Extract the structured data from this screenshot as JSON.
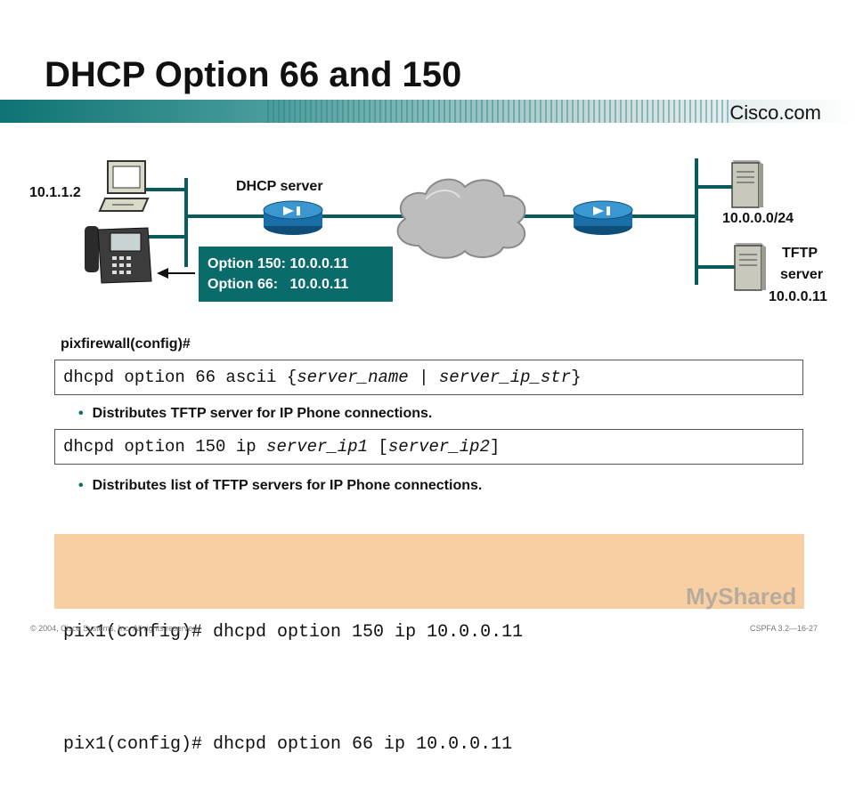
{
  "slide": {
    "title": "DHCP Option 66 and 150",
    "logo": "Cisco.com",
    "watermark": "MyShared",
    "footer_left": "© 2004, Cisco Systems, Inc. All rights reserved.",
    "footer_right": "CSPFA 3.2—16-27"
  },
  "diagram": {
    "client_ip": "10.1.1.2",
    "dhcp_server_label": "DHCP server",
    "subnet_label": "10.0.0.0/24",
    "tftp_label_line1": "TFTP",
    "tftp_label_line2": "server",
    "tftp_ip": "10.0.0.11",
    "callout_line1": "Option 150: 10.0.0.11",
    "callout_line2": "Option 66:   10.0.0.11"
  },
  "content": {
    "prompt": "pixfirewall(config)#",
    "cmd1_prefix": "dhcpd option 66 ascii {",
    "cmd1_arg1": "server_name",
    "cmd1_sep": " | ",
    "cmd1_arg2": "server_ip_str",
    "cmd1_suffix": "}",
    "bullet1": "Distributes TFTP server for IP Phone connections.",
    "cmd2_prefix": "dhcpd option 150 ip ",
    "cmd2_arg1": "server_ip1",
    "cmd2_mid": " [",
    "cmd2_arg2": "server_ip2",
    "cmd2_suffix": "]",
    "bullet2": "Distributes list of TFTP servers for IP Phone connections.",
    "example_line1": "pix1(config)# dhcpd option 150 ip 10.0.0.11",
    "example_line2": "pix1(config)# dhcpd option 66 ip 10.0.0.11"
  },
  "colors": {
    "teal": "#0a6b6b",
    "router_blue": "#1a6fa8",
    "cloud_gray": "#b8b8b8",
    "example_bg": "#f8cfa2"
  }
}
